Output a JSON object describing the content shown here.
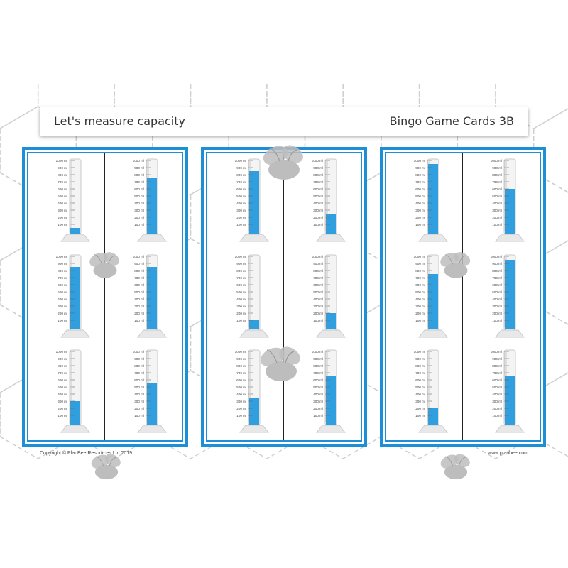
{
  "header": {
    "title": "Let's measure capacity",
    "code": "Bingo Game Cards 3B"
  },
  "footer": {
    "copyright": "Copyright © PlanBee Resources Ltd 2019",
    "website": "www.planbee.com"
  },
  "scale": {
    "labels": [
      "1000 ml",
      "900 ml",
      "800 ml",
      "700 ml",
      "600 ml",
      "500 ml",
      "400 ml",
      "300 ml",
      "200 ml",
      "100 ml"
    ]
  },
  "cards": [
    {
      "cylinders_ml": [
        50,
        750,
        850,
        850,
        300,
        550
      ]
    },
    {
      "cylinders_ml": [
        850,
        250,
        100,
        200,
        350,
        650
      ]
    },
    {
      "cylinders_ml": [
        950,
        600,
        750,
        950,
        200,
        650
      ]
    }
  ],
  "colors": {
    "card_border": "#1d8fd6",
    "liquid": "#2f9fe0",
    "bee": "#bdbdbd"
  }
}
